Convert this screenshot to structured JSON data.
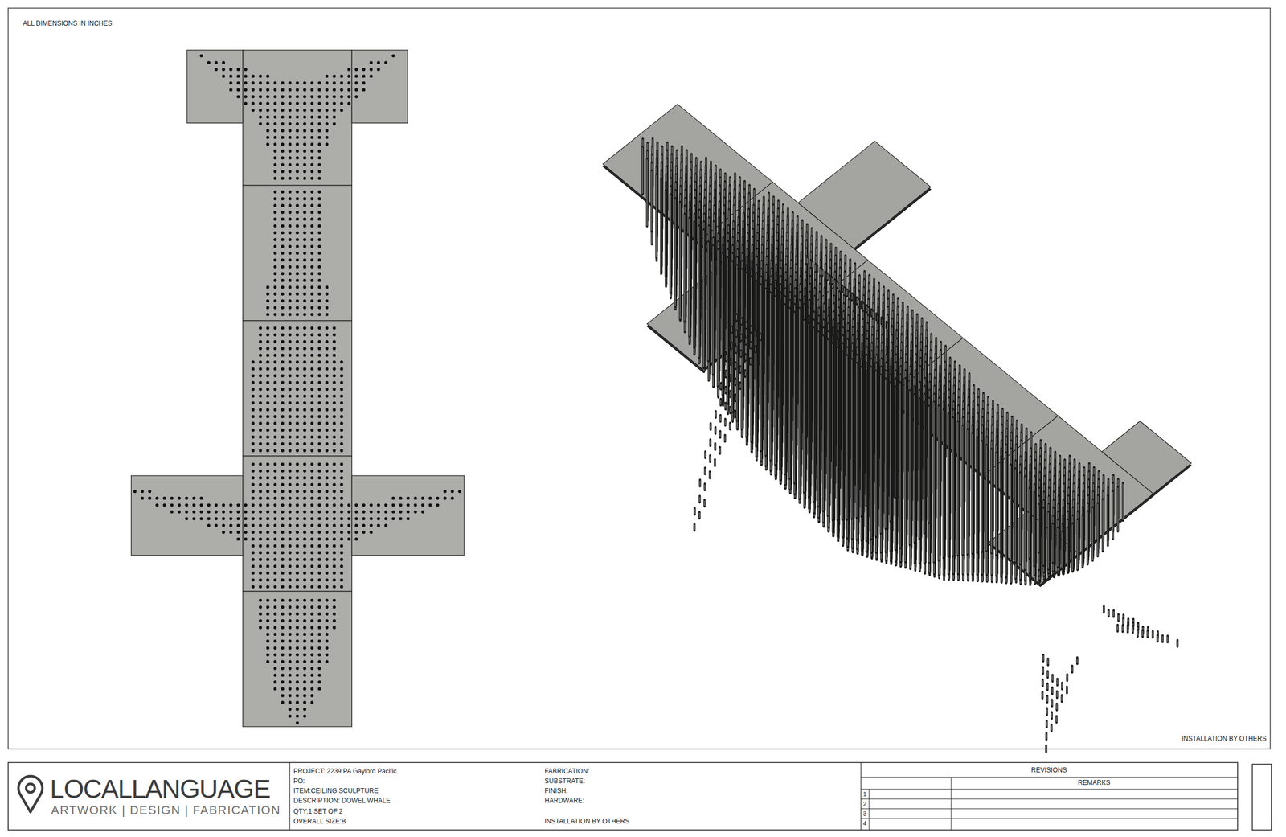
{
  "diagram": {
    "labels": [
      "ALL DIMENSIONS IN INCHES",
      "INSTALLATION BY OTHERS",
      "LOCALLANGUAGE",
      "ARTWORK | DESIGN | FABRICATION",
      "PROJECT: 2239 PA Gaylord Pacific",
      "PO:",
      "ITEM:CEILING SCULPTURE",
      "DESCRIPTION: DOWEL WHALE",
      "QTY:1 SET OF 2",
      "OVERALL SIZE:B",
      "FABRICATION:",
      "SUBSTRATE:",
      "FINISH:",
      "HARDWARE:",
      "INSTALLATION BY OTHERS",
      "REVISIONS",
      "REMARKS",
      "1",
      "2",
      "3",
      "4"
    ]
  }
}
